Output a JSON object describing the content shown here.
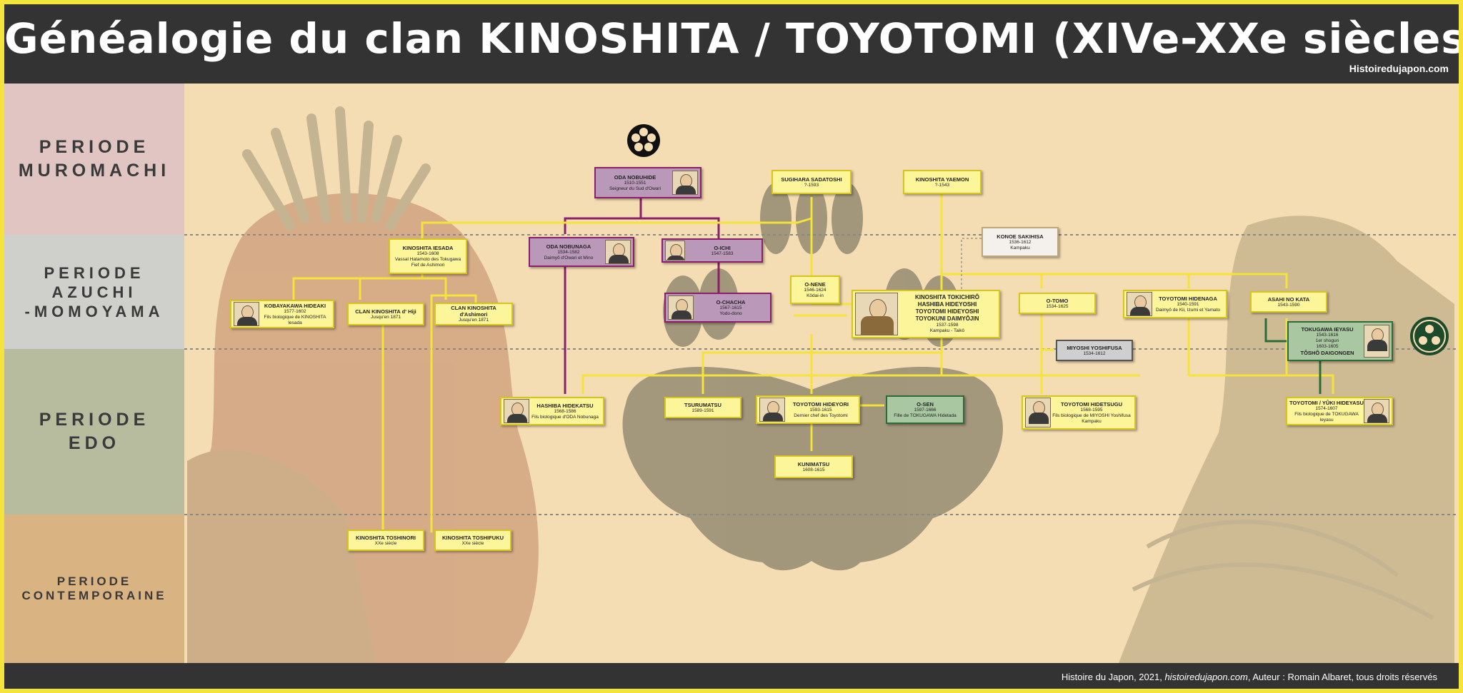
{
  "header": {
    "title": "Généalogie du clan KINOSHITA / TOYOTOMI (XIVe-XXe siècles)",
    "site": "Histoiredujapon.com"
  },
  "footer": {
    "credit_pre": "Histoire du Japon, 2021, ",
    "credit_site": "histoiredujapon.com",
    "credit_post": ",  Auteur : Romain Albaret,  tous droits réservés"
  },
  "periods": {
    "muromachi": "PERIODE\nMUROMACHI",
    "azuchi": "PERIODE\nAZUCHI\n-MOMOYAMA",
    "edo": "PERIODE\nEDO",
    "contemporaine": "PERIODE\nCONTEMPORAINE"
  },
  "icons": {
    "oda_mon": "oda-crest-icon",
    "tokugawa_mon": "tokugawa-crest-icon",
    "paulownia": "paulownia-crest-icon"
  },
  "colors": {
    "toyotomi": "#fcf59a",
    "oda": "#b998ba",
    "tokugawa": "#a9c7a0",
    "line_yellow": "#f3e33a",
    "line_oda": "#8a1f6a",
    "line_tokugawa": "#2d6b3a"
  },
  "people": {
    "oda_nobuhide": {
      "name": "ODA NOBUHIDE",
      "dates": "1510-1551",
      "desc": "Seigneur du Sud d'Owari"
    },
    "sugihara": {
      "name": "SUGIHARA SADATOSHI",
      "dates": "?-1593"
    },
    "yaemon": {
      "name": "KINOSHITA YAEMON",
      "dates": "?-1543"
    },
    "konoe": {
      "name": "KONOE SAKIHISA",
      "dates": "1536-1612",
      "desc": "Kampaku"
    },
    "iesada": {
      "name": "KINOSHITA IESADA",
      "dates": "1543-1608",
      "desc": "Vassal Hatamoto des Tokugawa",
      "desc2": "Fief de Ashimori"
    },
    "nobunaga": {
      "name": "ODA NOBUNAGA",
      "dates": "1534-1582",
      "desc": "Daimyô d'Owari et Mino"
    },
    "oichi": {
      "name": "O-ICHI",
      "dates": "1547-1583"
    },
    "onene": {
      "name": "O-NENE",
      "dates": "1546-1624",
      "desc": "Kôdai-in"
    },
    "ochacha": {
      "name": "O-CHACHA",
      "dates": "1567-1615",
      "desc": "Yodo-dono"
    },
    "hideyoshi": {
      "name": "KINOSHITA TOKICHIRÔ",
      "name2": "HASHIBA HIDEYOSHI",
      "name3": "TOYOTOMI HIDEYOSHI",
      "name4": "TOYOKUNI DAIMYÔJIN",
      "dates": "1537-1598",
      "desc": "Kampaku - Taikô"
    },
    "otomo": {
      "name": "O-TOMO",
      "dates": "1534-1625"
    },
    "hidenaga": {
      "name": "TOYOTOMI HIDENAGA",
      "dates": "1540-1591",
      "desc": "Daimyô de Kii, Izumi et Yamato"
    },
    "asahi": {
      "name": "ASAHI NO KATA",
      "dates": "1543-1590"
    },
    "kobayakawa": {
      "name": "KOBAYAKAWA HIDEAKI",
      "dates": "1577-1602",
      "desc": "Fils biologique de KINOSHITA Iesada"
    },
    "clan_hiji": {
      "name": "CLAN KINOSHITA d' Hiji",
      "dates": "Jusqu'en 1871"
    },
    "clan_ashimori": {
      "name": "CLAN KINOSHITA d'Ashimori",
      "dates": "Jusqu'en 1871"
    },
    "yoshifusa": {
      "name": "MIYOSHI YOSHIFUSA",
      "dates": "1534-1612"
    },
    "ieyasu": {
      "name": "TOKUGAWA IEYASU",
      "dates": "1543-1616",
      "desc": "1er shogun",
      "desc2": "1603-1605",
      "name2": "TÔSHÔ DAIGONGEN"
    },
    "hidekatsu": {
      "name": "HASHIBA HIDEKATSU",
      "dates": "1568-1586",
      "desc": "Fils biologique d'ODA Nobunaga"
    },
    "tsurumatsu": {
      "name": "TSURUMATSU",
      "dates": "1589-1591"
    },
    "hideyori": {
      "name": "TOYOTOMI HIDEYORI",
      "dates": "1593-1615",
      "desc": "Dernier chef des Toyotomi"
    },
    "osen": {
      "name": "O-SEN",
      "dates": "1597-1666",
      "desc": "Fille de TOKUGAWA Hidetada"
    },
    "hidetsugu": {
      "name": "TOYOTOMI HIDETSUGU",
      "dates": "1568-1595",
      "desc": "Fils biologique de MIYOSHI Yoshifusa",
      "desc2": "Kampaku"
    },
    "hideyasu": {
      "name": "TOYOTOMI / YÛKI HIDEYASU",
      "dates": "1574-1607",
      "desc": "Fils biologique de TOKUGAWA Ieyasu"
    },
    "kunimatsu": {
      "name": "KUNIMATSU",
      "dates": "1608-1615"
    },
    "toshinori": {
      "name": "KINOSHITA TOSHINORI",
      "dates": "XXe siècle"
    },
    "toshifuku": {
      "name": "KINOSHITA TOSHIFUKU",
      "dates": "XXe siècle"
    }
  }
}
